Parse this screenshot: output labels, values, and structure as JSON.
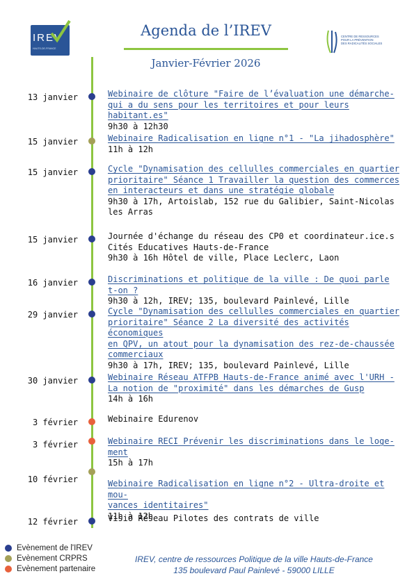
{
  "header": {
    "logo_text": "IREV",
    "logo_subtext": "HAUTS-DE-FRANCE",
    "title": "Agenda de l’IREV",
    "subtitle": "Janvier-Février 2026",
    "partner_logo_text": "CENTRE DE RESSOURCES\nPOUR LA PRÉVENTION\nDES RADICALITÉS SOCIALES"
  },
  "colors": {
    "irev": "#2a3f8f",
    "crprs": "#a4a058",
    "partner": "#e8613c",
    "timeline": "#8dc540",
    "link": "#2a5597"
  },
  "events": [
    {
      "date": "13 janvier",
      "type": "irev",
      "link": true,
      "title": [
        "Webinaire de clôture \"Faire de l’évaluation une démarche-",
        "qui a du sens pour les territoires et pour leurs habitant.es\""
      ],
      "details": [
        "9h30 à 12h30"
      ]
    },
    {
      "date": "15 janvier",
      "type": "crprs",
      "link": true,
      "title": [
        "Webinaire Radicalisation en ligne n°1 - \"La jihadosphère\""
      ],
      "details": [
        "11h à 12h"
      ]
    },
    {
      "date": "15 janvier",
      "type": "irev",
      "link": true,
      "title": [
        "Cycle \"Dynamisation des cellulles commerciales en quartier",
        "prioritaire\" Séance 1 Travailler la question des commerces",
        "en interacteurs et dans une stratégie globale"
      ],
      "details": [
        "9h30 à 17h, Artoislab, 152 rue du Galibier, Saint-Nicolas",
        "les Arras"
      ]
    },
    {
      "date": "15 janvier",
      "type": "irev",
      "link": false,
      "title": [
        "Journée d'échange du réseau des CP0 et coordinateur.ice.s",
        "Cités Educatives Hauts-de-France"
      ],
      "details": [
        "9h30 à 16h Hôtel de ville, Place Leclerc, Laon"
      ]
    },
    {
      "date": "16 janvier",
      "type": "irev",
      "link": true,
      "title": [
        "Discriminations et politique de la ville : De quoi parle t-on ?"
      ],
      "details": [
        "9h30 à 12h, IREV; 135, boulevard Painlevé, Lille"
      ]
    },
    {
      "date": "29 janvier",
      "type": "irev",
      "link": true,
      "title": [
        "Cycle \"Dynamisation des cellulles commerciales en quartier",
        "prioritaire\" Séance 2 La diversité des activités économiques",
        "en QPV, un atout pour la dynamisation des rez-de-chaussée",
        "commerciaux"
      ],
      "details": [
        "9h30 à 17h, IREV; 135, boulevard Painlevé, Lille"
      ]
    },
    {
      "date": "30 janvier",
      "type": "irev",
      "link": true,
      "title": [
        "Webinaire Réseau ATFPB Hauts-de-France animé avec l'URH -",
        "La notion de \"proximité\" dans les démarches de Gusp"
      ],
      "details": [
        "14h à 16h"
      ]
    },
    {
      "date": "3 février",
      "type": "partner",
      "link": false,
      "title": [
        "Webinaire Edurenov"
      ],
      "details": []
    },
    {
      "date": "3 février",
      "type": "partner",
      "link": true,
      "title": [
        "Webinaire RECI Prévenir les discriminations dans le loge-",
        "ment"
      ],
      "details": [
        "15h à 17h"
      ]
    },
    {
      "date": "10 février",
      "type": "crprs",
      "link": true,
      "title": [
        "Webinaire Radicalisation en ligne n°2 - Ultra-droite et mou-",
        "vances identitaires\""
      ],
      "details": [
        "11h à 12h"
      ]
    },
    {
      "date": "12 février",
      "type": "irev",
      "link": false,
      "title": [
        "Visio Réseau Pilotes des contrats de ville"
      ],
      "details": []
    }
  ],
  "legend": [
    {
      "label": "Evènement de l'IREV",
      "type": "irev"
    },
    {
      "label": "Evènement CRPRS",
      "type": "crprs"
    },
    {
      "label": "Evènement partenaire",
      "type": "partner"
    }
  ],
  "footer": {
    "line1": "IREV, centre de ressources Politique de la ville Hauts-de-France",
    "line2": "135 boulevard Paul Painlevé - 59000 LILLE"
  }
}
